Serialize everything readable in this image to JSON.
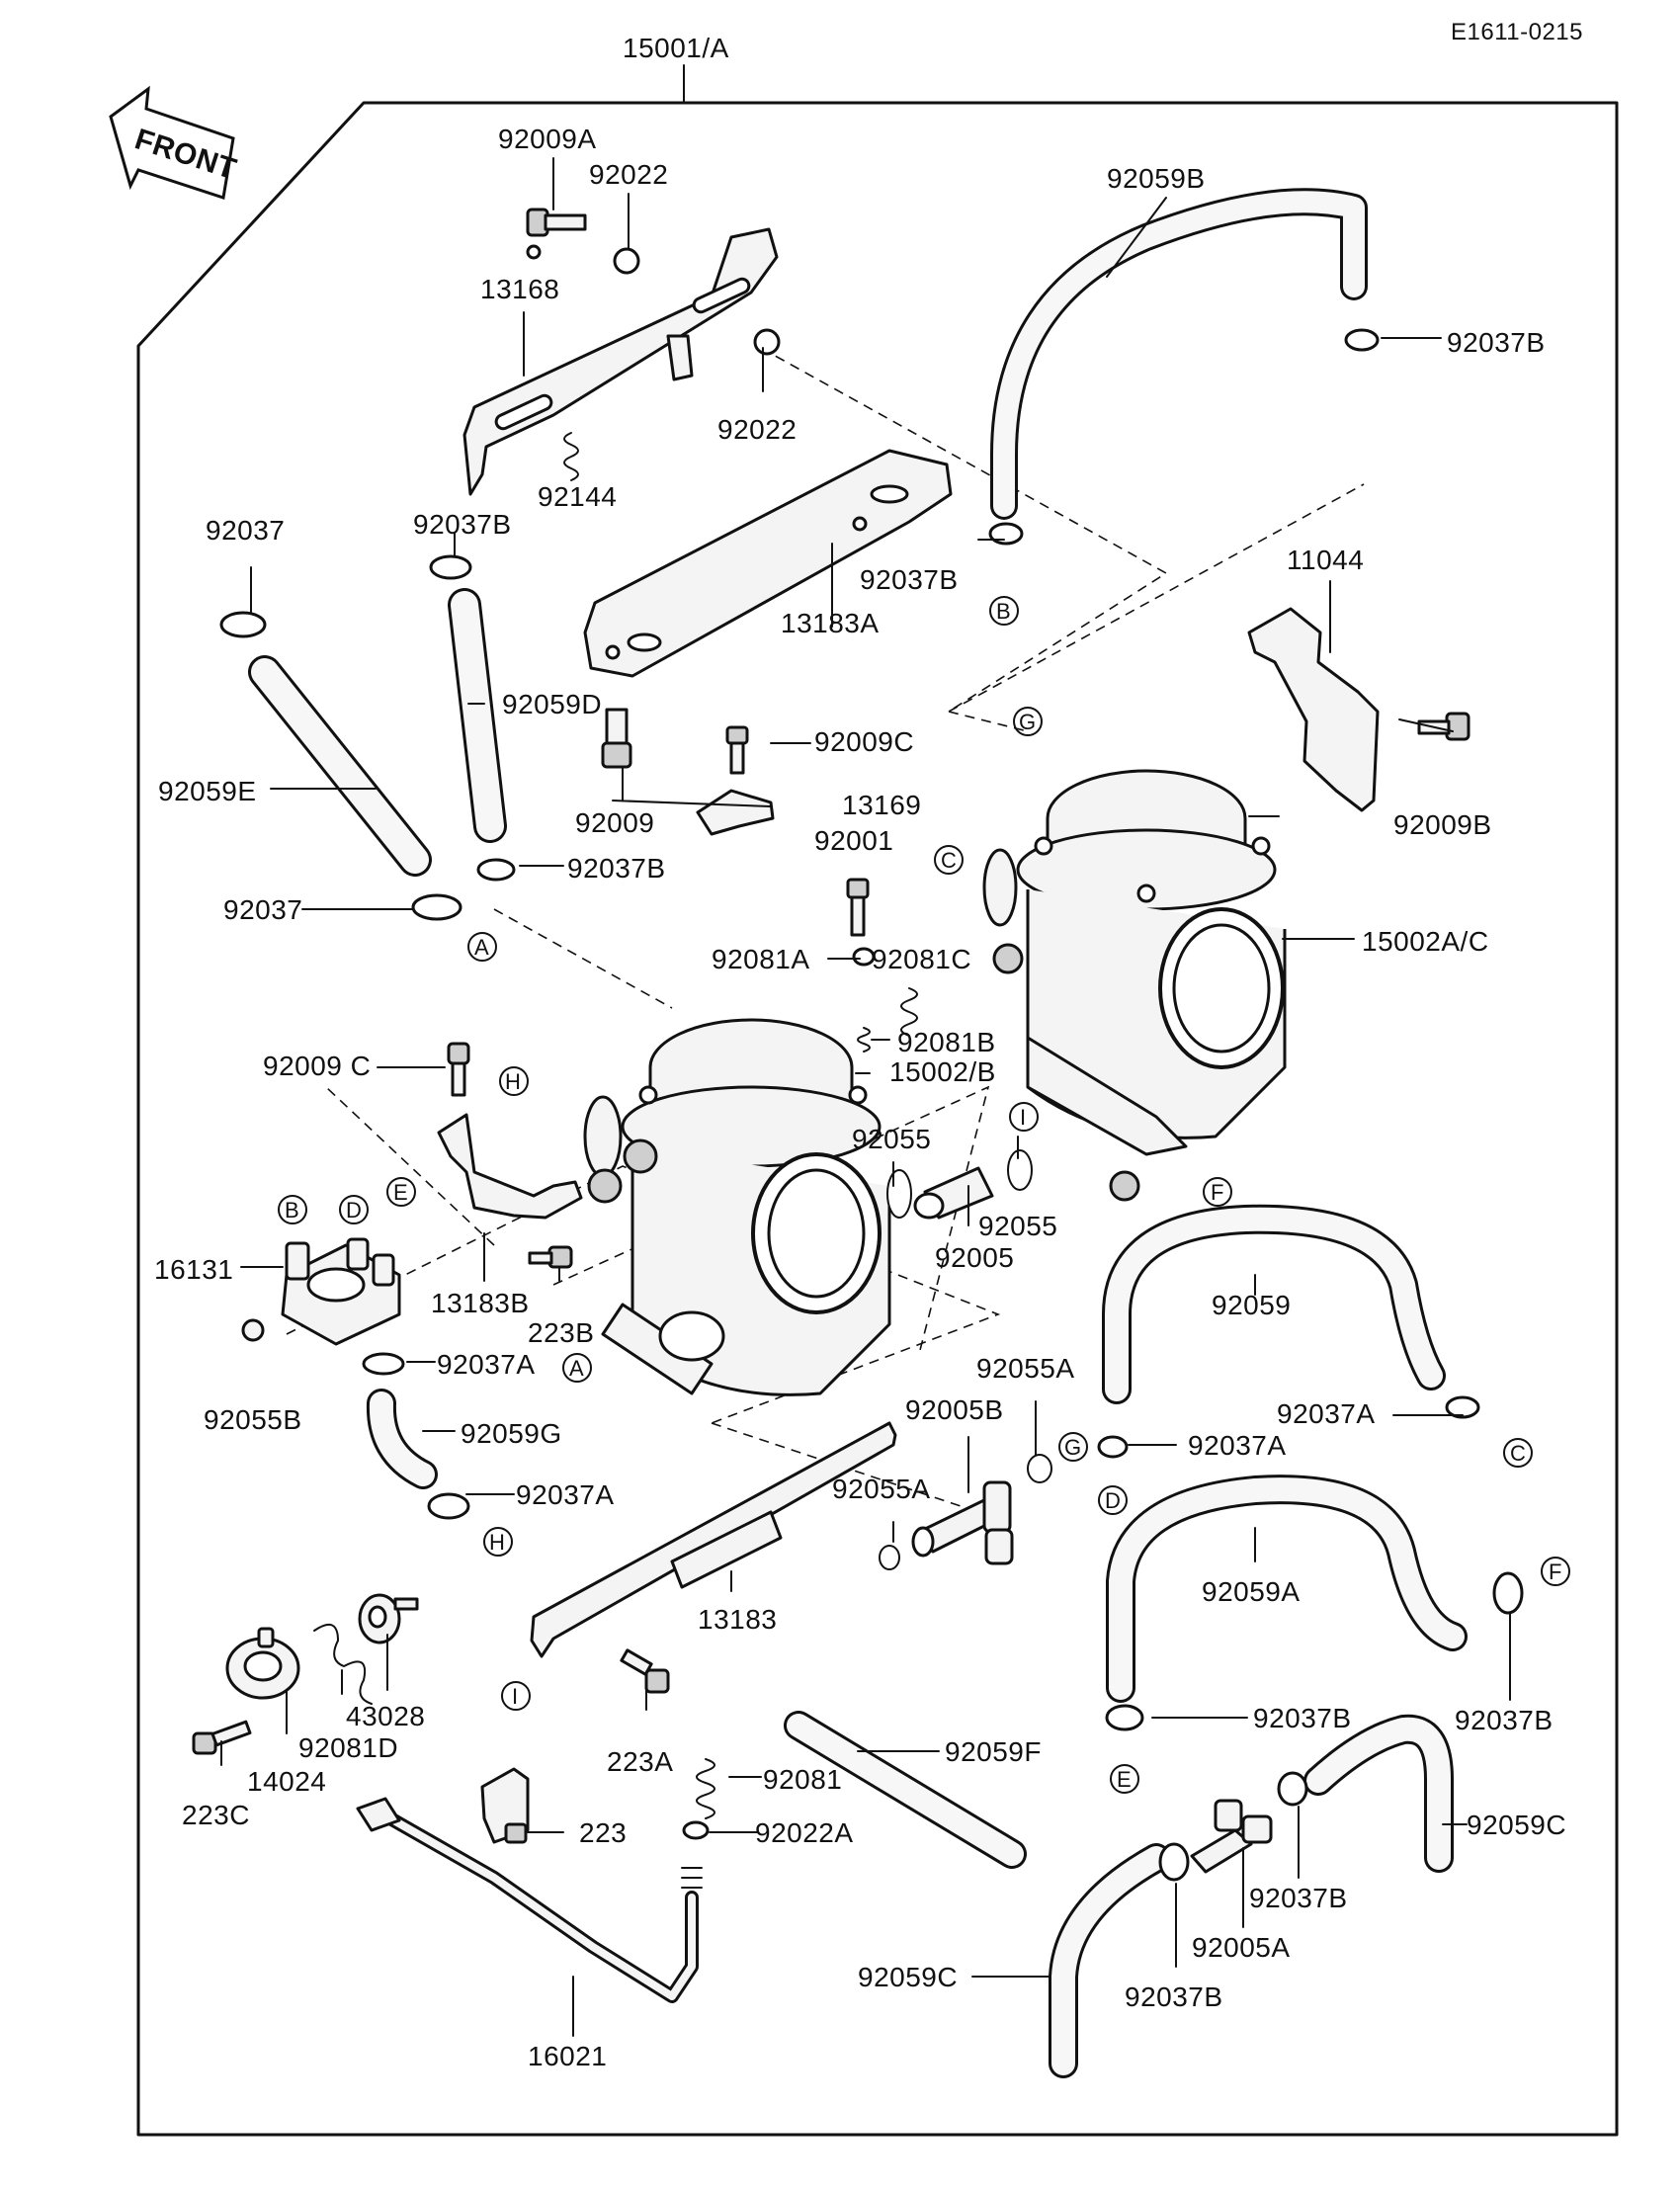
{
  "diagram": {
    "drawing_code": "E1611-0215",
    "assembly_label": "15001/A",
    "front_label": "FRONT",
    "labels": [
      {
        "id": "p92009A",
        "text": "92009A"
      },
      {
        "id": "p92022a",
        "text": "92022"
      },
      {
        "id": "p92022b",
        "text": "92022"
      },
      {
        "id": "p13168",
        "text": "13168"
      },
      {
        "id": "p92144",
        "text": "92144"
      },
      {
        "id": "p92037a",
        "text": "92037"
      },
      {
        "id": "p92037Ba",
        "text": "92037B"
      },
      {
        "id": "p92059B",
        "text": "92059B"
      },
      {
        "id": "p92037Bb",
        "text": "92037B"
      },
      {
        "id": "p92037Bc",
        "text": "92037B"
      },
      {
        "id": "p13183A",
        "text": "13183A"
      },
      {
        "id": "p11044",
        "text": "11044"
      },
      {
        "id": "p92059D",
        "text": "92059D"
      },
      {
        "id": "p92059E",
        "text": "92059E"
      },
      {
        "id": "p92009C",
        "text": "92009C"
      },
      {
        "id": "p13169",
        "text": "13169"
      },
      {
        "id": "p92009",
        "text": "92009"
      },
      {
        "id": "p92001",
        "text": "92001"
      },
      {
        "id": "p92009B",
        "text": "92009B"
      },
      {
        "id": "p92037Bd",
        "text": "92037B"
      },
      {
        "id": "p92037b",
        "text": "92037"
      },
      {
        "id": "p92081A",
        "text": "92081A"
      },
      {
        "id": "p92081C",
        "text": "92081C"
      },
      {
        "id": "p15002AC",
        "text": "15002A/C"
      },
      {
        "id": "p92081B",
        "text": "92081B"
      },
      {
        "id": "p92009Cb",
        "text": "92009 C"
      },
      {
        "id": "p15002B",
        "text": "15002/B"
      },
      {
        "id": "p92055a",
        "text": "92055"
      },
      {
        "id": "p92055b",
        "text": "92055"
      },
      {
        "id": "p92005",
        "text": "92005"
      },
      {
        "id": "p16131",
        "text": "16131"
      },
      {
        "id": "p13183B",
        "text": "13183B"
      },
      {
        "id": "p223B",
        "text": "223B"
      },
      {
        "id": "p92059",
        "text": "92059"
      },
      {
        "id": "p92037Aa",
        "text": "92037A"
      },
      {
        "id": "p92055B",
        "text": "92055B"
      },
      {
        "id": "p92059G",
        "text": "92059G"
      },
      {
        "id": "p92055A",
        "text": "92055A"
      },
      {
        "id": "p92005B",
        "text": "92005B"
      },
      {
        "id": "p92037Ab",
        "text": "92037A"
      },
      {
        "id": "p92037Ac",
        "text": "92037A"
      },
      {
        "id": "p92055Ab",
        "text": "92055A"
      },
      {
        "id": "p92037Ad",
        "text": "92037A"
      },
      {
        "id": "p92059A",
        "text": "92059A"
      },
      {
        "id": "p13183",
        "text": "13183"
      },
      {
        "id": "p43028",
        "text": "43028"
      },
      {
        "id": "p92081D",
        "text": "92081D"
      },
      {
        "id": "p14024",
        "text": "14024"
      },
      {
        "id": "p223C",
        "text": "223C"
      },
      {
        "id": "p223A",
        "text": "223A"
      },
      {
        "id": "p92037Be",
        "text": "92037B"
      },
      {
        "id": "p92037Bf",
        "text": "92037B"
      },
      {
        "id": "p92081",
        "text": "92081"
      },
      {
        "id": "p92059F",
        "text": "92059F"
      },
      {
        "id": "p223",
        "text": "223"
      },
      {
        "id": "p92022A",
        "text": "92022A"
      },
      {
        "id": "p92059Ca",
        "text": "92059C"
      },
      {
        "id": "p92037Bg",
        "text": "92037B"
      },
      {
        "id": "p92005A",
        "text": "92005A"
      },
      {
        "id": "p92059Cb",
        "text": "92059C"
      },
      {
        "id": "p92037Bh",
        "text": "92037B"
      },
      {
        "id": "p16021",
        "text": "16021"
      }
    ],
    "callouts": [
      {
        "id": "cA1",
        "text": "A"
      },
      {
        "id": "cB1",
        "text": "B"
      },
      {
        "id": "cG1",
        "text": "G"
      },
      {
        "id": "cC1",
        "text": "C"
      },
      {
        "id": "cH1",
        "text": "H"
      },
      {
        "id": "cI1",
        "text": "I"
      },
      {
        "id": "cF1",
        "text": "F"
      },
      {
        "id": "cB2",
        "text": "B"
      },
      {
        "id": "cD1",
        "text": "D"
      },
      {
        "id": "cE1",
        "text": "E"
      },
      {
        "id": "cA2",
        "text": "A"
      },
      {
        "id": "cG2",
        "text": "G"
      },
      {
        "id": "cD2",
        "text": "D"
      },
      {
        "id": "cC2",
        "text": "C"
      },
      {
        "id": "cH2",
        "text": "H"
      },
      {
        "id": "cF2",
        "text": "F"
      },
      {
        "id": "cI2",
        "text": "I"
      },
      {
        "id": "cE2",
        "text": "E"
      }
    ]
  }
}
